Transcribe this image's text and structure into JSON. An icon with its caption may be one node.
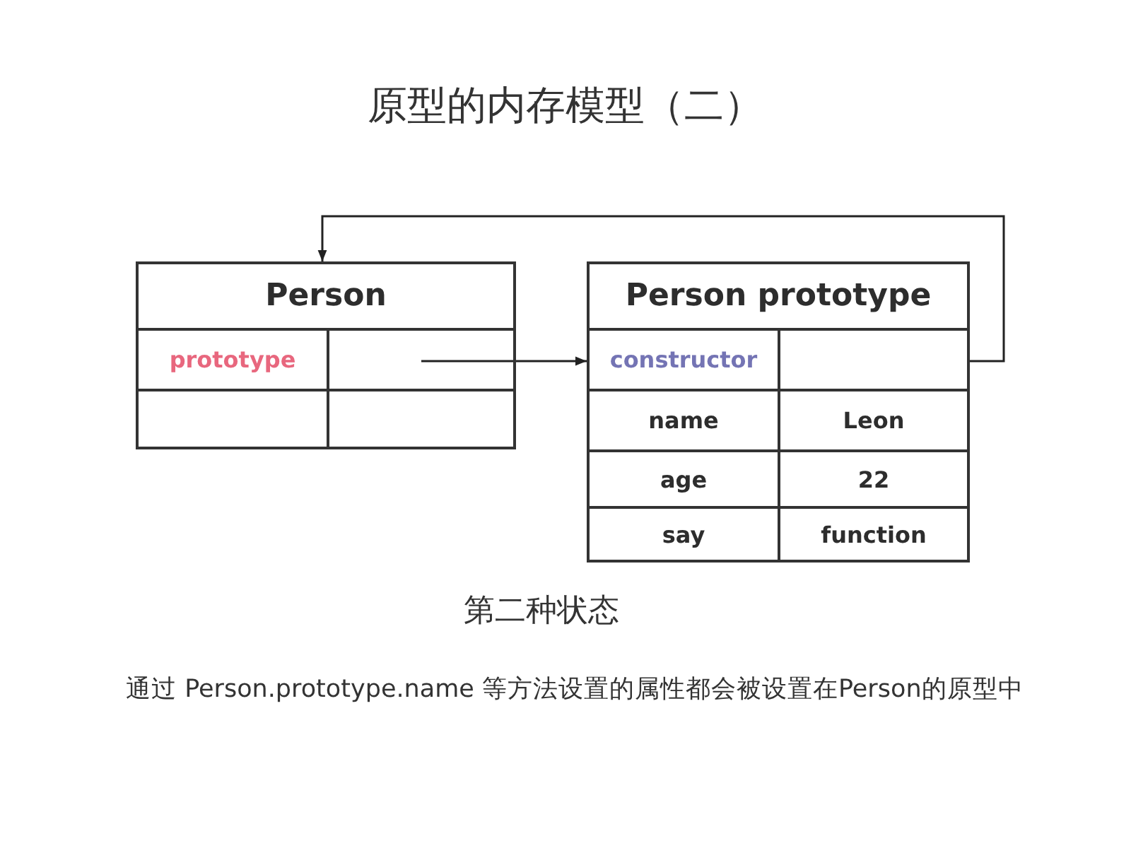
{
  "diagram": {
    "title": "原型的内存模型（二）",
    "caption": "第二种状态",
    "nodes": [
      {
        "text": [
          "Person"
        ]
      },
      {
        "text": [
          "prototype"
        ],
        "in": 0
      },
      {
        "text": [],
        "shape": "box",
        "in": 0
      },
      {
        "text": [],
        "shape": "box",
        "in": 0
      },
      {
        "text": [],
        "shape": "box",
        "in": 0
      },
      {
        "text": [
          "Person prototype"
        ]
      },
      {
        "text": [
          "constructor"
        ],
        "in": 5
      },
      {
        "text": [],
        "shape": "box",
        "in": 5
      },
      {
        "text": [
          "name"
        ],
        "in": 5
      },
      {
        "text": [
          "Leon"
        ],
        "in": 5
      },
      {
        "text": [
          "age"
        ],
        "in": 5
      },
      {
        "text": [
          "22"
        ],
        "in": 5
      },
      {
        "text": [
          "say"
        ],
        "in": 5
      },
      {
        "text": [
          "function"
        ],
        "in": 5
      }
    ],
    "edges": [
      {
        "from": 2,
        "to": 5,
        "arrow": "to"
      },
      {
        "from": 7,
        "to": 0,
        "arrow": "to"
      }
    ],
    "labels": [
      "通过 Person.prototype.name 等方法设置的属性都会被设置在Person的原型中"
    ]
  }
}
